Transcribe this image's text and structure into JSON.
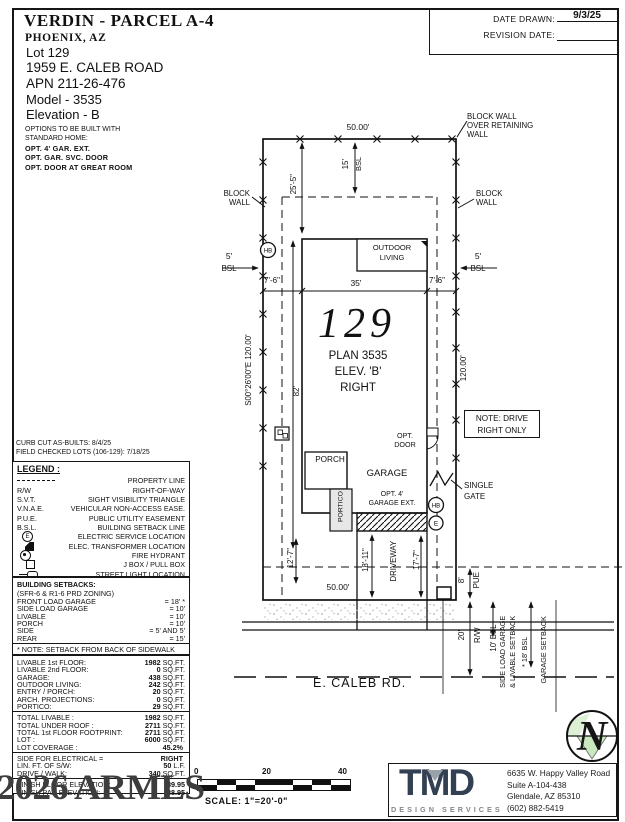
{
  "header": {
    "community": "VERDIN - PARCEL A-4",
    "city": "PHOENIX, AZ",
    "lot": "Lot  129",
    "address": "1959 E. CALEB ROAD",
    "apn": "APN 211-26-476",
    "model": "Model - 3535",
    "elevation": "Elevation - B",
    "options_intro1": "OPTIONS TO BE BUILT WITH",
    "options_intro2": "STANDARD HOME:",
    "options": [
      "OPT. 4' GAR. EXT.",
      "OPT. GAR. SVC. DOOR",
      "OPT. DOOR AT GREAT ROOM"
    ]
  },
  "dates": {
    "date_drawn_label": "DATE DRAWN:",
    "date_drawn": "9/3/25",
    "revision_label": "REVISION DATE:"
  },
  "notes": {
    "curb_cut": "CURB CUT AS-BUILTS: 8/4/25",
    "field_checked": "FIELD CHECKED LOTS (106-129): 7/18/25"
  },
  "legend": {
    "title": "LEGEND :",
    "items": [
      {
        "abbr": "",
        "label": "PROPERTY LINE"
      },
      {
        "abbr": "R/W",
        "label": "RIGHT-OF-WAY"
      },
      {
        "abbr": "S.V.T.",
        "label": "SIGHT VISIBILITY TRIANGLE"
      },
      {
        "abbr": "V.N.A.E.",
        "label": "VEHICULAR NON-ACCESS EASE."
      },
      {
        "abbr": "P.U.E.",
        "label": "PUBLIC UTILITY EASEMENT"
      },
      {
        "abbr": "B.S.L.",
        "label": "BUILDING SETBACK LINE"
      },
      {
        "abbr": "E",
        "label": "ELECTRIC SERVICE LOCATION"
      },
      {
        "abbr": "",
        "label": "ELEC. TRANSFORMER LOCATION"
      },
      {
        "abbr": "",
        "label": "FIRE HYDRANT"
      },
      {
        "abbr": "",
        "label": "J BOX / PULL BOX"
      },
      {
        "abbr": "",
        "label": "STREET LIGHT LOCATION"
      }
    ]
  },
  "setbacks": {
    "title": "BUILDING SETBACKS:",
    "zoning": "(SFR-6 & R1-6 PRD ZONING)",
    "rows": [
      {
        "label": "FRONT LOAD GARAGE",
        "value": "= 18' *"
      },
      {
        "label": "SIDE LOAD GARAGE",
        "value": "= 10'"
      },
      {
        "label": "LIVABLE",
        "value": "= 10'"
      },
      {
        "label": "PORCH",
        "value": "= 10'"
      },
      {
        "label": "SIDE",
        "value": "= 5' AND 5'"
      },
      {
        "label": "REAR",
        "value": "= 15'"
      }
    ],
    "note": "* NOTE: SETBACK FROM BACK OF SIDEWALK"
  },
  "areas": {
    "group1": [
      {
        "label": "LIVABLE 1st FLOOR:",
        "num": "1982",
        "unit": "SQ.FT."
      },
      {
        "label": "LIVABLE 2nd FLOOR:",
        "num": "0",
        "unit": "SQ.FT."
      },
      {
        "label": "GARAGE:",
        "num": "438",
        "unit": "SQ.FT."
      },
      {
        "label": "OUTDOOR LIVING:",
        "num": "242",
        "unit": "SQ.FT."
      },
      {
        "label": "ENTRY / PORCH:",
        "num": "20",
        "unit": "SQ.FT."
      },
      {
        "label": "ARCH. PROJECTIONS:",
        "num": "0",
        "unit": "SQ.FT."
      },
      {
        "label": "PORTICO:",
        "num": "29",
        "unit": "SQ.FT."
      }
    ],
    "group2": [
      {
        "label": "TOTAL LIVABLE :",
        "num": "1982",
        "unit": "SQ.FT."
      },
      {
        "label": "TOTAL UNDER ROOF :",
        "num": "2711",
        "unit": "SQ.FT."
      },
      {
        "label": "TOTAL 1st FLOOR FOOTPRINT:",
        "num": "2711",
        "unit": "SQ.FT."
      },
      {
        "label": "LOT :",
        "num": "6000",
        "unit": "SQ.FT."
      },
      {
        "label": "LOT COVERAGE :",
        "num": "45.2%",
        "unit": ""
      }
    ],
    "group3": [
      {
        "label": "SIDE FOR ELECTRICAL =",
        "num": "RIGHT",
        "unit": ""
      },
      {
        "label": "LIN. FT. OF S/W:",
        "num": "50",
        "unit": "L.F."
      },
      {
        "label": "DRIVE / WALK:",
        "num": "340",
        "unit": "SQ.FT."
      }
    ],
    "group4": [
      {
        "label": "FINISH FLOOR ELEVATION:",
        "num": "89.95",
        "unit": ""
      },
      {
        "label": "FINISH PAD ELEVATION:",
        "num": "88.95",
        "unit": ""
      }
    ]
  },
  "plan": {
    "lot_number": "129",
    "plan_name": "PLAN 3535",
    "elev": "ELEV. 'B'",
    "orientation": "RIGHT",
    "dim_front_top": "50.00'",
    "dim_front_bottom": "50.00'",
    "bearing_left": "S00°26'00\"E 120.00'",
    "dim_right_depth": "120.00'",
    "dim_15": "15'",
    "bsl": "BSL",
    "dim_25_5": "25'-5\"",
    "dim_82": "82'",
    "dim_7_6_l": "7'-6\"",
    "dim_35": "35'",
    "dim_7_6_r": "7'-6\"",
    "dim_5_l": "5'",
    "bsl_l": "BSL",
    "dim_5_r": "5'",
    "bsl_r": "BSL",
    "block_wall_over": [
      "BLOCK WALL",
      "OVER RETAINING",
      "WALL"
    ],
    "block_wall_right": [
      "BLOCK",
      "WALL"
    ],
    "block_wall_left": [
      "BLOCK",
      "WALL"
    ],
    "outdoor_living": [
      "OUTDOOR",
      "LIVING"
    ],
    "hb": "HB",
    "e": "E",
    "note_box": [
      "NOTE: DRIVE",
      "RIGHT ONLY"
    ],
    "opt_door": [
      "OPT.",
      "DOOR"
    ],
    "porch": "PORCH",
    "garage": "GARAGE",
    "portico": "PORTICO",
    "opt_garage_ext": [
      "OPT. 4'",
      "GARAGE EXT."
    ],
    "single_gate": [
      "SINGLE",
      "GATE"
    ],
    "dim_12_7": "12'-7\"",
    "dim_18_11": "18'-11\"",
    "driveway": "DRIVEWAY",
    "dim_17_7": "17'-7\"",
    "dim_8": "8'",
    "pue": "PUE",
    "dim_20": "20'",
    "rw": "R/W",
    "bsl_10": "10' BSL",
    "side_load_setback": [
      "SIDE LOAD GARAGE",
      "& LIVABLE SETBACK",
      "* 18' BSL"
    ],
    "garage_setback": "GARAGE SETBACK",
    "street": "E. CALEB RD."
  },
  "north": {
    "n": "N"
  },
  "scale": {
    "t0": "0",
    "t20": "20",
    "t40": "40",
    "label": "SCALE:  1\"=20'-0\""
  },
  "firm": {
    "logo": "TMD",
    "tagline": "DESIGN SERVICES",
    "address1": "6635 W. Happy Valley Road",
    "address2": "Suite A-104-438",
    "address3": "Glendale, AZ 85310",
    "phone": "(602) 882-5419"
  },
  "watermark": "2026 ARMLS"
}
